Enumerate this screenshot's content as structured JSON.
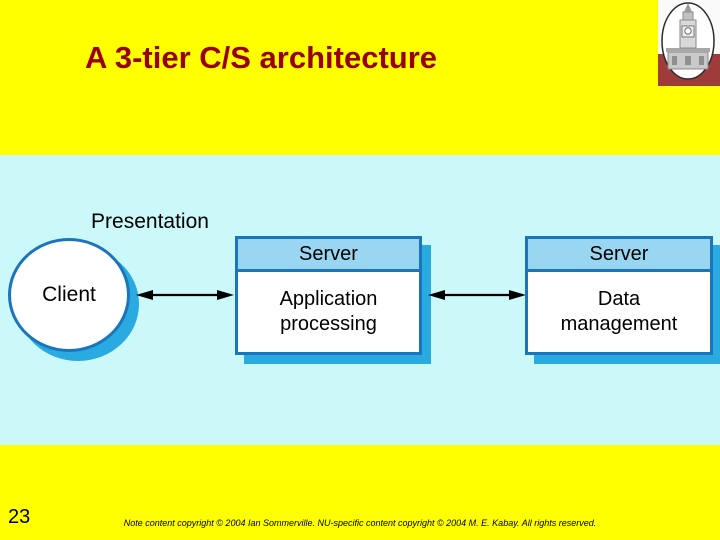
{
  "slide": {
    "title": "A 3-tier C/S architecture",
    "page_number": "23",
    "footer": "Note content copyright © 2004 Ian Sommerville. NU-specific content copyright © 2004 M. E. Kabay. All rights reserved."
  },
  "diagram": {
    "presentation_label": "Presentation",
    "client": {
      "label": "Client"
    },
    "app_server": {
      "header": "Server",
      "body": "Application processing"
    },
    "data_server": {
      "header": "Server",
      "body": "Data management"
    }
  },
  "icons": {
    "logo": "university-tower-logo",
    "arrow_left": "double-headed-arrow",
    "arrow_right": "double-headed-arrow"
  },
  "colors": {
    "slide_background": "#FFFF00",
    "band_background": "#CBF8F8",
    "title_text": "#990000",
    "node_border": "#1B75BC",
    "node_header_fill": "#99D6F2",
    "node_shadow": "#29ABE2",
    "logo_maroon": "#9E3B3B",
    "diagram_text": "#000000"
  }
}
